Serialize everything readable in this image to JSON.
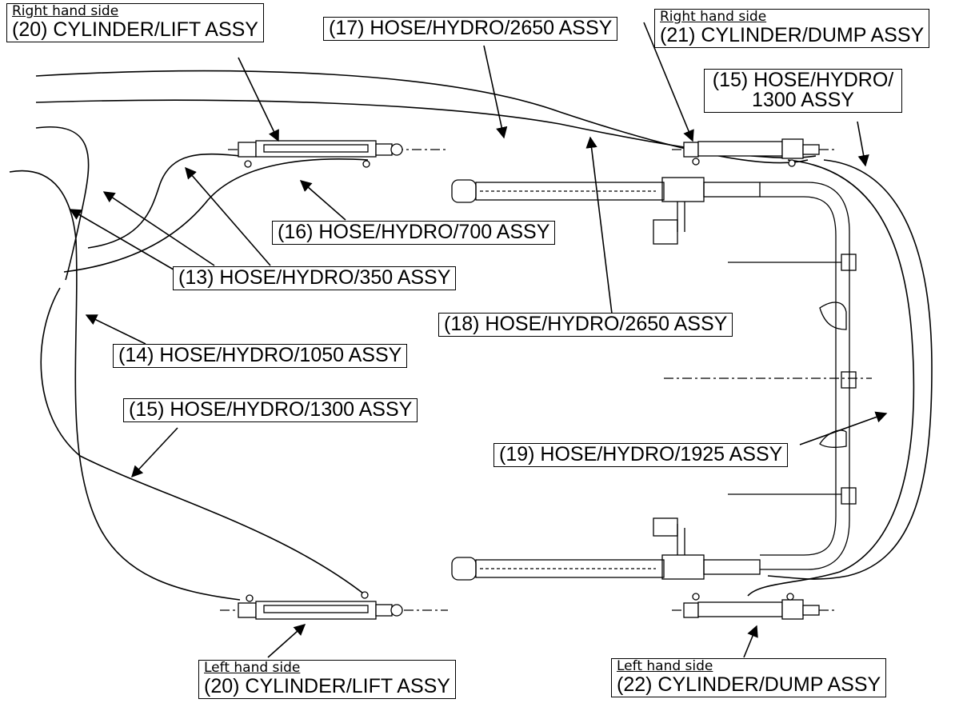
{
  "callouts": {
    "c20_rh": {
      "side": "Right hand side",
      "label": "(20) CYLINDER/LIFT  ASSY"
    },
    "c17": {
      "label": "(17) HOSE/HYDRO/2650 ASSY"
    },
    "c21_rh": {
      "side": "Right hand side",
      "label": "(21) CYLINDER/DUMP  ASSY"
    },
    "c15_rh": {
      "line1": "(15) HOSE/HYDRO/",
      "line2": "1300 ASSY"
    },
    "c16": {
      "label": "(16) HOSE/HYDRO/700 ASSY"
    },
    "c13": {
      "label": "(13) HOSE/HYDRO/350 ASSY"
    },
    "c18": {
      "label": "(18) HOSE/HYDRO/2650 ASSY"
    },
    "c14": {
      "label": "(14) HOSE/HYDRO/1050 ASSY"
    },
    "c15_lh": {
      "label": "(15) HOSE/HYDRO/1300 ASSY"
    },
    "c19": {
      "label": "(19) HOSE/HYDRO/1925 ASSY"
    },
    "c20_lh": {
      "side": "Left  hand side",
      "label": "(20) CYLINDER/LIFT  ASSY"
    },
    "c22_lh": {
      "side": "Left  hand side",
      "label": "(22) CYLINDER/DUMP  ASSY"
    }
  }
}
